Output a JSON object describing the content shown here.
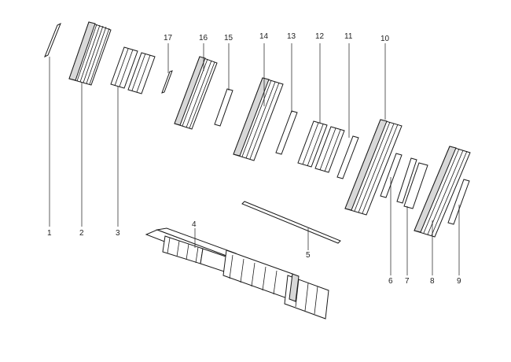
{
  "diagram": {
    "callouts": [
      "1",
      "2",
      "3",
      "4",
      "5",
      "6",
      "7",
      "8",
      "9",
      "10",
      "11",
      "12",
      "13",
      "14",
      "15",
      "16",
      "17"
    ]
  }
}
